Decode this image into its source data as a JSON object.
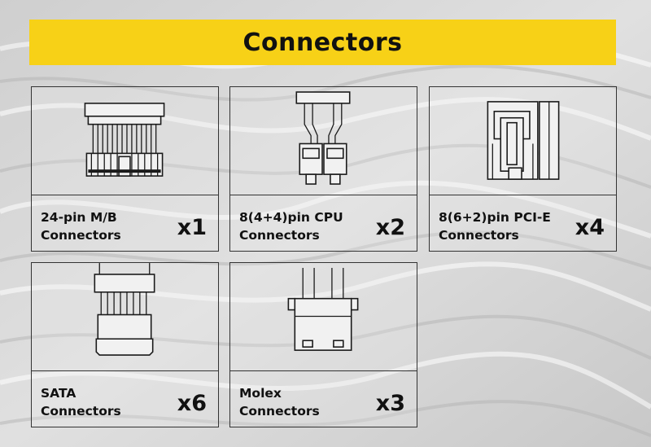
{
  "title": "Connectors",
  "cards": [
    {
      "line1": "24-pin M/B",
      "line2": "Connectors",
      "count": "x1",
      "icon": "atx-24pin-connector-icon"
    },
    {
      "line1": "8(4+4)pin CPU",
      "line2": "Connectors",
      "count": "x2",
      "icon": "cpu-8pin-connector-icon"
    },
    {
      "line1": "8(6+2)pin PCI-E",
      "line2": "Connectors",
      "count": "x4",
      "icon": "pcie-8pin-connector-icon"
    },
    {
      "line1": "SATA",
      "line2": "Connectors",
      "count": "x6",
      "icon": "sata-connector-icon"
    },
    {
      "line1": "Molex",
      "line2": "Connectors",
      "count": "x3",
      "icon": "molex-connector-icon"
    }
  ],
  "colors": {
    "title_bar": "#f7d117",
    "text": "#111111",
    "border": "#333333"
  }
}
